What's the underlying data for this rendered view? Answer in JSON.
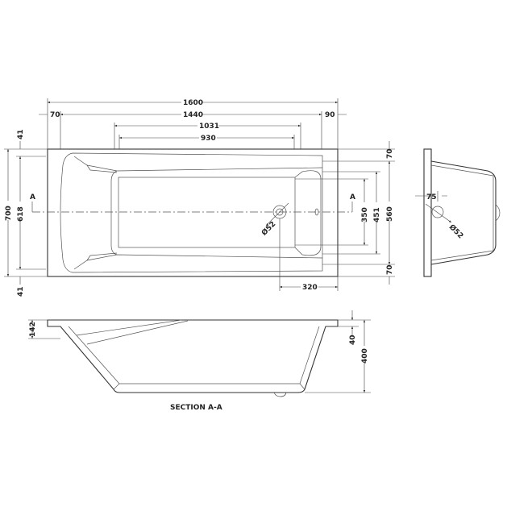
{
  "drawing": {
    "top_view": {
      "dims": {
        "overall_length": "1600",
        "inner_length": "1440",
        "left_rim": "70",
        "right_rim": "90",
        "basin_length": "1031",
        "floor_length": "930",
        "overall_width": "700",
        "inner_width": "618",
        "rim_top": "41",
        "rim_bottom": "41",
        "right_rim_top": "70",
        "right_rim_bottom": "70",
        "basin_width": "560",
        "mid_width": "451",
        "floor_width": "350",
        "waste_offset": "320",
        "waste_diameter": "Ø52"
      },
      "section_marker": "A"
    },
    "end_view": {
      "dims": {
        "overflow_offset": "75",
        "overflow_diameter": "Ø52"
      }
    },
    "section_view": {
      "title": "SECTION A-A",
      "dims": {
        "end_depth": "142",
        "rim_height": "40",
        "overall_depth": "400"
      }
    }
  }
}
